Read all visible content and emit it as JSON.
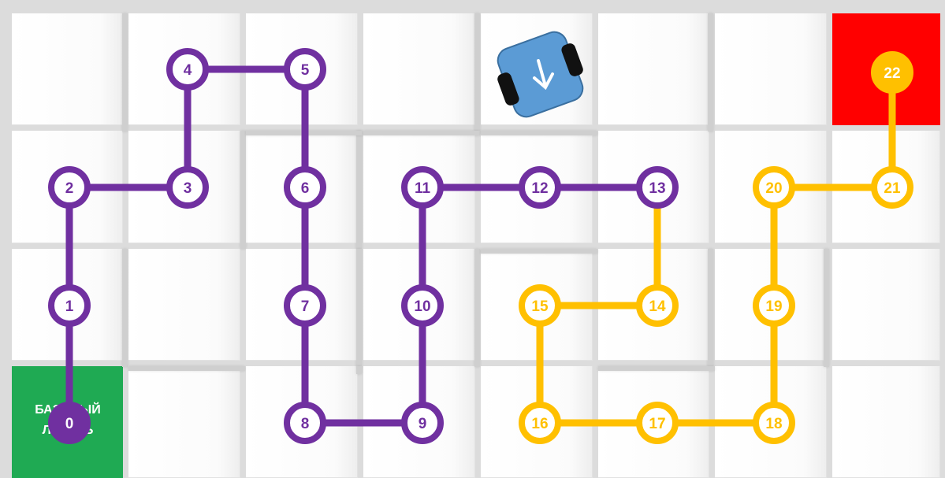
{
  "board": {
    "start_label_line1": "БАЗОВЫЙ",
    "start_label_line2": "ЛАГЕРЬ",
    "start_color": "#1faa53",
    "finish_color": "#ff0000"
  },
  "robot": {
    "icon": "robot-arrow-down-icon",
    "body_color": "#5b9bd5",
    "arrow": "↘"
  },
  "route": {
    "purple_color": "#7030a0",
    "yellow_color": "#ffc000",
    "nodes": [
      {
        "label": "0",
        "color": "purple"
      },
      {
        "label": "1",
        "color": "purple"
      },
      {
        "label": "2",
        "color": "purple"
      },
      {
        "label": "3",
        "color": "purple"
      },
      {
        "label": "4",
        "color": "purple"
      },
      {
        "label": "5",
        "color": "purple"
      },
      {
        "label": "6",
        "color": "purple"
      },
      {
        "label": "7",
        "color": "purple"
      },
      {
        "label": "8",
        "color": "purple"
      },
      {
        "label": "9",
        "color": "purple"
      },
      {
        "label": "10",
        "color": "purple"
      },
      {
        "label": "11",
        "color": "purple"
      },
      {
        "label": "12",
        "color": "purple"
      },
      {
        "label": "13",
        "color": "purple"
      },
      {
        "label": "14",
        "color": "yellow"
      },
      {
        "label": "15",
        "color": "yellow"
      },
      {
        "label": "16",
        "color": "yellow"
      },
      {
        "label": "17",
        "color": "yellow"
      },
      {
        "label": "18",
        "color": "yellow"
      },
      {
        "label": "19",
        "color": "yellow"
      },
      {
        "label": "20",
        "color": "yellow"
      },
      {
        "label": "21",
        "color": "yellow"
      },
      {
        "label": "22",
        "color": "yellow"
      }
    ]
  }
}
